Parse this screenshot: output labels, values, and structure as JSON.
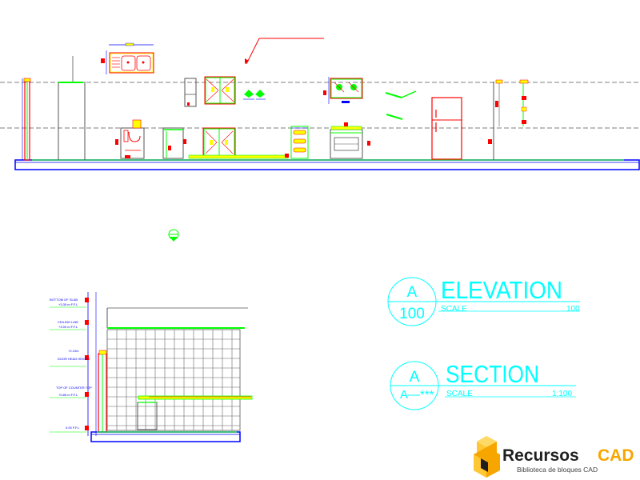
{
  "colors": {
    "background": "#ffffff",
    "line_blue": "#0000ff",
    "line_green": "#00ff00",
    "line_red": "#ff0000",
    "line_yellow": "#ffff00",
    "line_cyan": "#00ffff",
    "line_dark": "#555555",
    "logo_orange": "#f7a600",
    "logo_dark": "#1f1f1f"
  },
  "elevation_title": {
    "letter": "A",
    "number": "100",
    "label": "ELEVATION",
    "scale_label": "SCALE",
    "scale_value": "100"
  },
  "section_title": {
    "letter": "A",
    "number": "A—***",
    "label": "SECTION",
    "scale_label": "SCALE",
    "scale_value": "1:100"
  },
  "section_annotations": {
    "bottom_of_slab": "BOTTOM OF SLAB",
    "bottom_of_slab_level": "+3.35 m F.F.L",
    "ceiling_line": "CEILING LINE",
    "ceiling_level": "+3.00 m F.F.L",
    "door_head_level": "+2.10m",
    "door_head": "DOOR HEAD HEIGHT",
    "top_of_counter": "TOP OF COUNTER TOP",
    "counter_level": "+0.85 m F.F.L",
    "floor_level": "0.00 F.F.L"
  },
  "logo": {
    "word_a": "Recursos",
    "word_b": "CAD",
    "tagline": "Biblioteca de bloques CAD"
  }
}
